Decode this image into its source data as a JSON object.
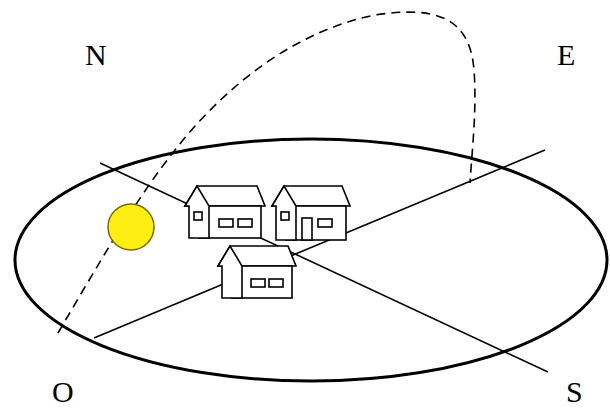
{
  "diagram": {
    "labels": [
      "N",
      "E",
      "O",
      "S"
    ]
  }
}
